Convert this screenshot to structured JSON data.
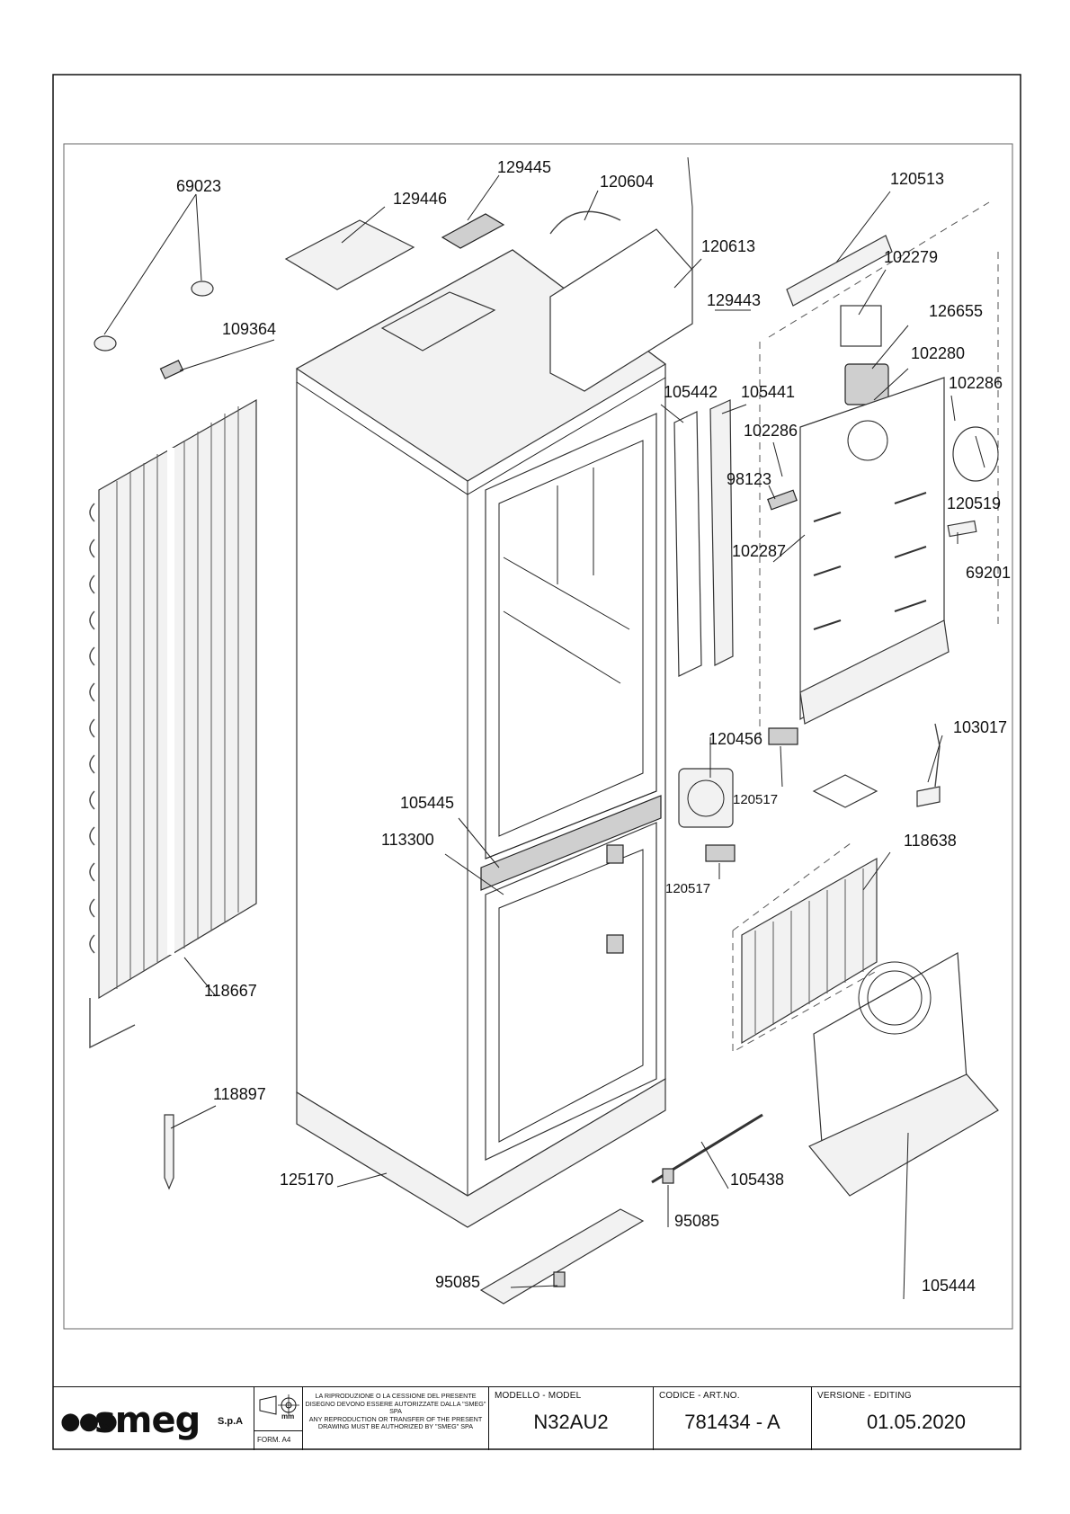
{
  "callouts": {
    "c69023": "69023",
    "c129446": "129446",
    "c129445": "129445",
    "c120604": "120604",
    "c120513": "120513",
    "c120613": "120613",
    "c102279": "102279",
    "c129443": "129443",
    "c126655": "126655",
    "c109364": "109364",
    "c102280": "102280",
    "c102286a": "102286",
    "c105442": "105442",
    "c105441": "105441",
    "c102286b": "102286",
    "c98123": "98123",
    "c120519": "120519",
    "c102287": "102287",
    "c69201": "69201",
    "c103017": "103017",
    "c120456": "120456",
    "c120517a": "120517",
    "c105445": "105445",
    "c113300": "113300",
    "c118638": "118638",
    "c120517b": "120517",
    "c118667": "118667",
    "c118897": "118897",
    "c105438": "105438",
    "c125170": "125170",
    "c95085a": "95085",
    "c95085b": "95085",
    "c105444": "105444"
  },
  "titleblock": {
    "logo": "smeg",
    "logo_suffix": "S.p.A",
    "format": "FORM. A4",
    "unit": "mm",
    "notice_it": "LA RIPRODUZIONE O LA CESSIONE DEL PRESENTE DISEGNO DEVONO ESSERE AUTORIZZATE DALLA \"SMEG\" SPA",
    "notice_en": "ANY REPRODUCTION OR TRANSFER OF THE PRESENT DRAWING MUST BE AUTHORIZED BY \"SMEG\" SPA",
    "model_label": "MODELLO - MODEL",
    "model_value": "N32AU2",
    "code_label": "CODICE - ART.NO.",
    "code_value": "781434 - A",
    "version_label": "VERSIONE - EDITING",
    "version_value": "01.05.2020"
  }
}
